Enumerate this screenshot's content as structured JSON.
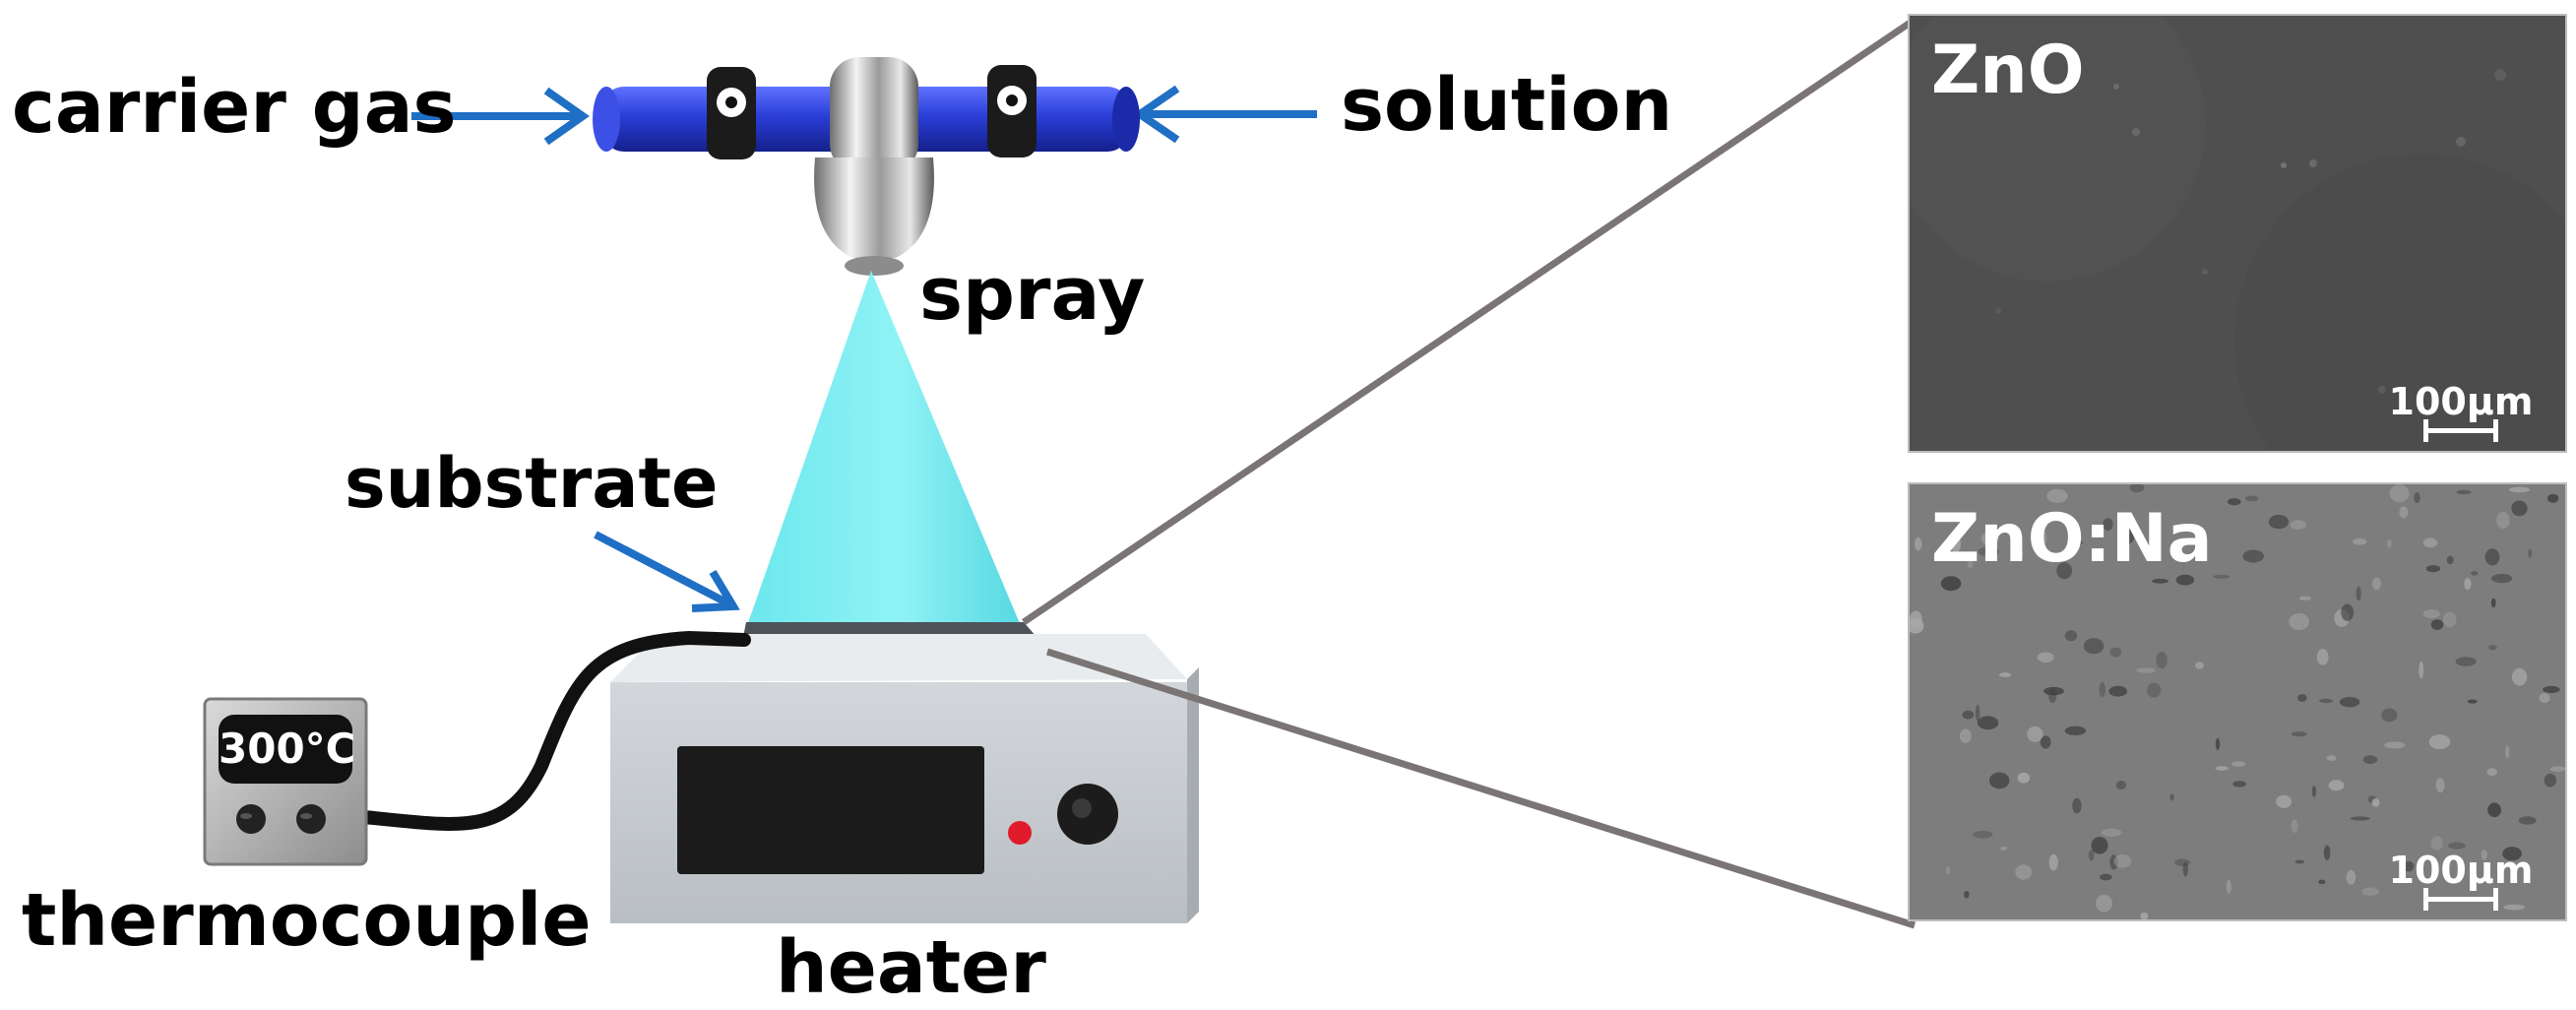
{
  "labels": {
    "carrier_gas": "carrier gas",
    "solution": "solution",
    "spray": "spray",
    "substrate": "substrate",
    "thermocouple": "thermocouple",
    "heater": "heater"
  },
  "thermocouple_display": "300°C",
  "sem_images": [
    {
      "title": "ZnO",
      "scale_label": "100μm"
    },
    {
      "title": "ZnO:Na",
      "scale_label": "100μm"
    }
  ],
  "colors": {
    "arrow": "#1f6fc5",
    "nozzle_pipe": "#2b3ed8",
    "spray_cone": "#5fe3ea",
    "heater_body": "#c9ced3",
    "connector_line": "#7a7474",
    "sem_zno": "#4f4f4f",
    "sem_znona": "#7d7d7d"
  }
}
